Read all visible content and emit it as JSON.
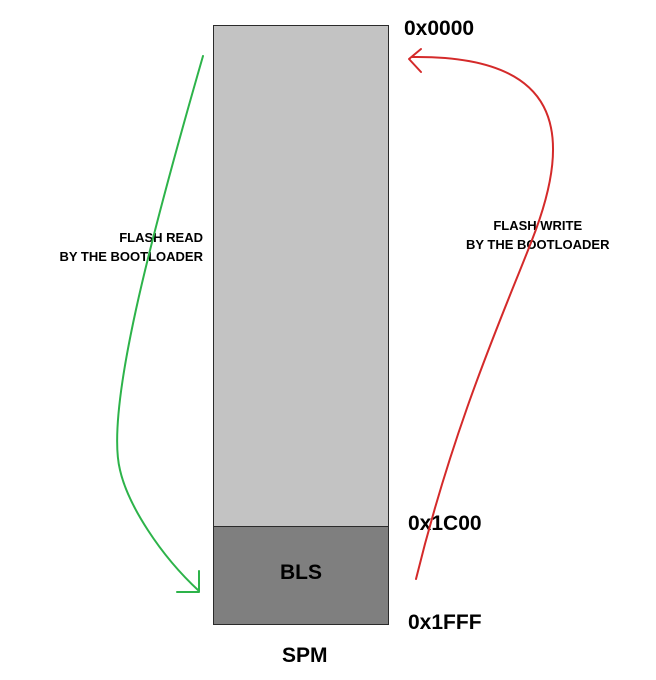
{
  "memory": {
    "addresses": {
      "start": "0x0000",
      "bls_start": "0x1C00",
      "end": "0x1FFF"
    },
    "bls_label": "BLS",
    "title": "SPM"
  },
  "annotations": {
    "read": {
      "line1": "FLASH READ",
      "line2": "BY THE BOOTLOADER",
      "color": "#2db34a"
    },
    "write": {
      "line1": "FLASH WRITE",
      "line2": "BY THE BOOTLOADER",
      "color": "#d42a2a"
    }
  },
  "colors": {
    "application_section": "#c3c3c3",
    "bls_section": "#7f7f7f"
  }
}
